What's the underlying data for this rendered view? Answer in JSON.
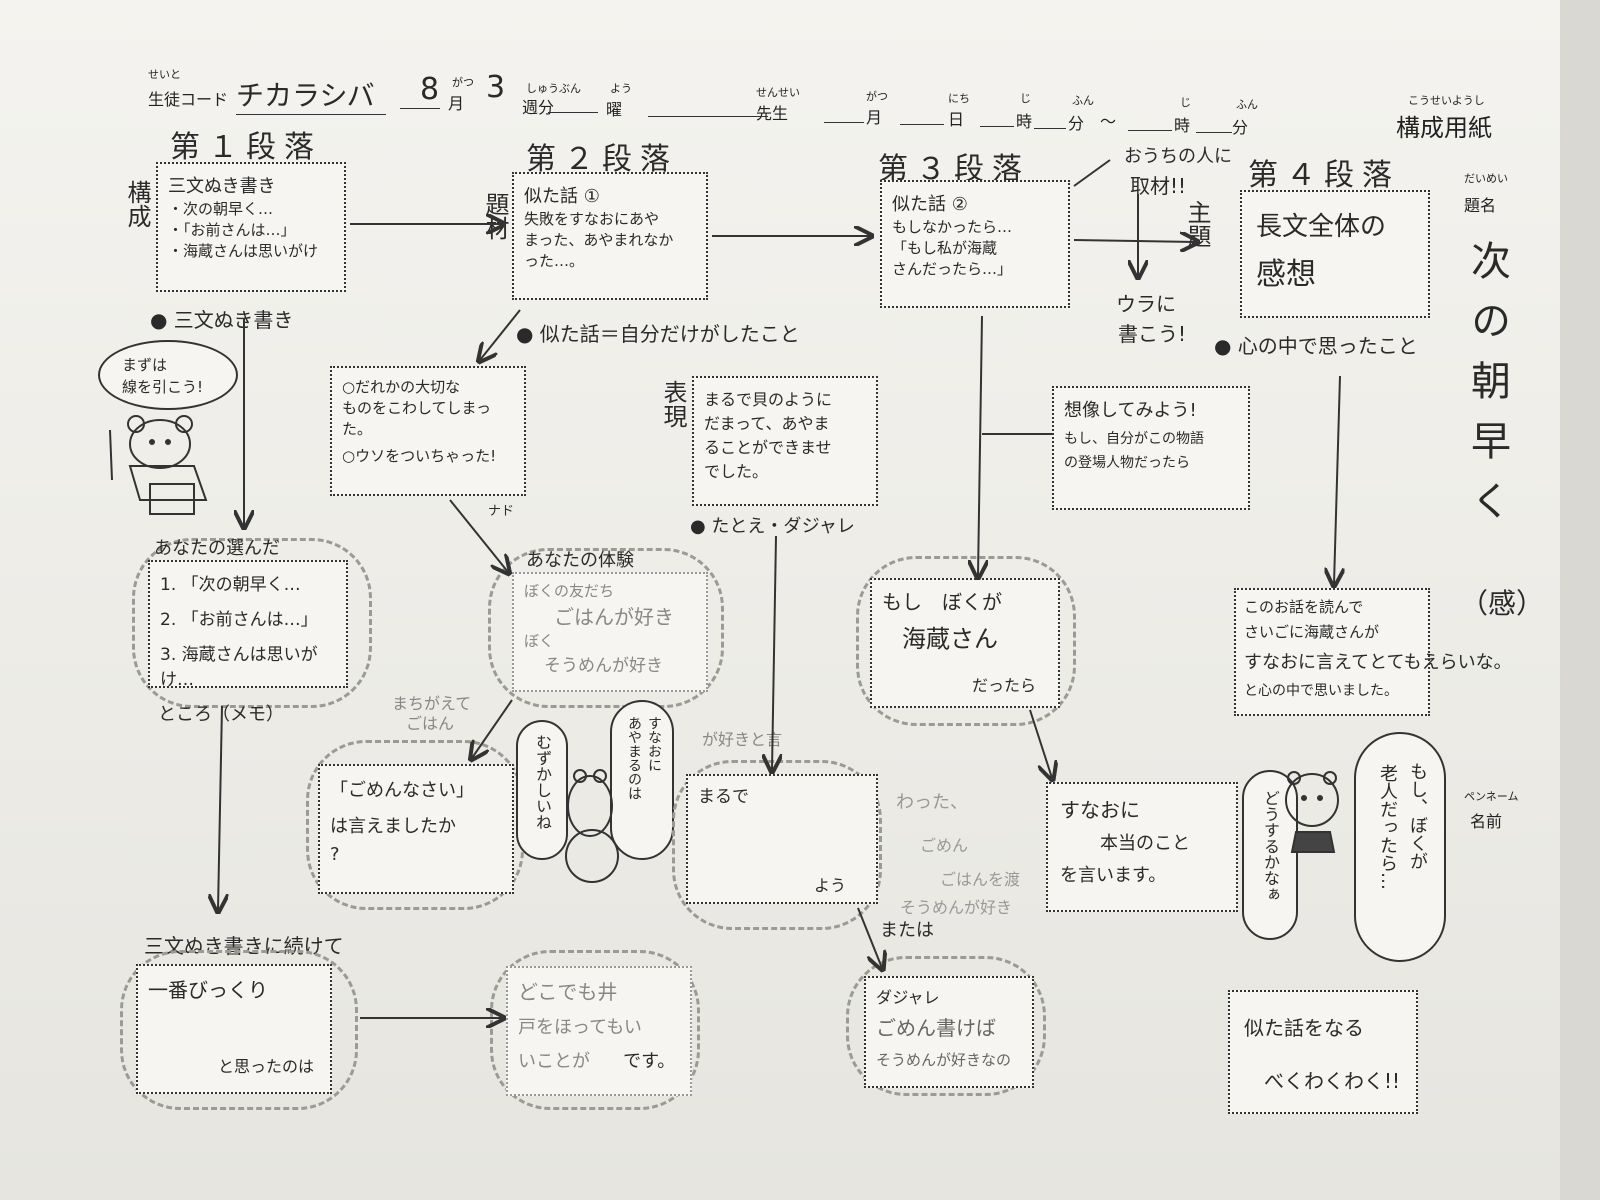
{
  "header": {
    "student_code_ruby": "せいと",
    "student_code_label": "生徒コード",
    "student_code_value": "チカラシバ",
    "month_value": "8",
    "month_ruby": "がつ",
    "month_label": "月",
    "week_value": "3",
    "week_ruby": "しゅうぶん",
    "week_label": "週分",
    "day_ruby": "よう",
    "day_label": "曜",
    "teacher_ruby": "せんせい",
    "teacher_label": "先生",
    "m_ruby": "がつ",
    "m_label": "月",
    "d_ruby": "にち",
    "d_label": "日",
    "h_ruby": "じ",
    "h_label": "時",
    "min_ruby": "ふん",
    "min_label": "分",
    "tilde": "〜",
    "h2_ruby": "じ",
    "h2_label": "時",
    "min2_ruby": "ふん",
    "min2_label": "分",
    "form_ruby": "こうせいようし",
    "form_title": "構成用紙"
  },
  "title_area": {
    "ruby": "だいめい",
    "label": "題名",
    "title": "次の朝早く",
    "suffix": "（感）",
    "penname_ruby": "ペンネーム",
    "name_label": "名前"
  },
  "sections": [
    {
      "heading": "第１段落",
      "side": "構成",
      "box": [
        "三文ぬき書き",
        "・次の朝早く…",
        "・「お前さんは…」",
        "・海蔵さんは思いがけ"
      ],
      "note": "● 三文ぬき書き"
    },
    {
      "heading": "第２段落",
      "side": "題材",
      "box": [
        "似た話 ①",
        "失敗をすなおにあや",
        "まった、あやまれなか",
        "った…。"
      ],
      "note": "● 似た話＝自分だけがしたこと"
    },
    {
      "heading": "第３段落",
      "side": "",
      "box": [
        "似た話 ②",
        "もしなかったら…",
        "「もし私が海蔵",
        "さんだったら…」"
      ],
      "note": ""
    },
    {
      "heading": "第４段落",
      "side": "主題",
      "box": [
        "長文全体の",
        "感想"
      ],
      "note": "● 心の中で思ったこと"
    }
  ],
  "interview": {
    "line1": "おうちの人に",
    "line2": "取材!!",
    "line3": "ウラに",
    "line4": "書こう!"
  },
  "hints": {
    "first_bubble": [
      "まずは",
      "線を引こう!"
    ],
    "memo_title": "あなたの選んだ",
    "memo_items": [
      "1. 「次の朝早く…",
      "2. 「お前さんは…」",
      "3. 海蔵さんは思いがけ…"
    ],
    "memo_footer": "ところ（メモ）",
    "exp_box": [
      "○だれかの大切な",
      "ものをこわしてしまっ",
      "た。",
      "○ウソをついちゃった!"
    ],
    "exp_nado": "ナド",
    "taiken_title": "あなたの体験",
    "taiken_lines": [
      "ぼくの友だち",
      "ごはんが好き",
      "ぼく",
      "そうめんが好き"
    ],
    "machigaete": [
      "まちがえて",
      "ごはん"
    ],
    "gomen_box": [
      "「ごめんなさい」",
      "は言えましたか",
      "?"
    ],
    "frog_bubble1": "むずかしいね",
    "frog_bubble2": [
      "すなおに",
      "あやまるのは"
    ],
    "hyogen_side": "表現",
    "hyogen_box": [
      "まるで貝のように",
      "だまって、あやま",
      "ることができませ",
      "でした。"
    ],
    "hyogen_note": "● たとえ・ダジャレ",
    "ga_suki": "が好きと言",
    "maru_de": "まるで",
    "you": "よう",
    "mata_wa": "または",
    "dajare_label": "ダジャレ",
    "dajare_text": [
      "ごめん書けば",
      "そうめんが好きなの"
    ],
    "faint_notes": [
      "わった、",
      "ごめん",
      "ごはんを渡",
      "そうめんが好き"
    ],
    "souzou_box": [
      "想像してみよう!",
      "もし、自分がこの物語",
      "の登場人物だったら"
    ],
    "moshi_box": [
      "もし　ぼくが",
      "海蔵さん",
      "だったら"
    ],
    "sunao_box": [
      "すなおに",
      "本当のこと",
      "を言います。"
    ],
    "kansou_box": [
      "このお話を読んで",
      "さいごに海蔵さんが",
      "すなおに言えてとてもえらいな。",
      "と心の中で思いました。"
    ],
    "old_bubble": [
      "もし、ぼくが",
      "老人だったら…"
    ],
    "dou_bubble": "どうするかなぁ",
    "tsuzukete_title": "三文ぬき書きに続けて",
    "tsuzukete_box": [
      "一番びっくり",
      "と思ったのは"
    ],
    "dokodemo": [
      "どこでも井",
      "戸をほってもい",
      "いことが",
      "です。"
    ],
    "wakuwaku": [
      "似た話をなる",
      "べくわくわく!!"
    ]
  },
  "colors": {
    "paper": "#f1f0eb",
    "ink": "#2a2a2a",
    "faint": "#9c9a95"
  }
}
